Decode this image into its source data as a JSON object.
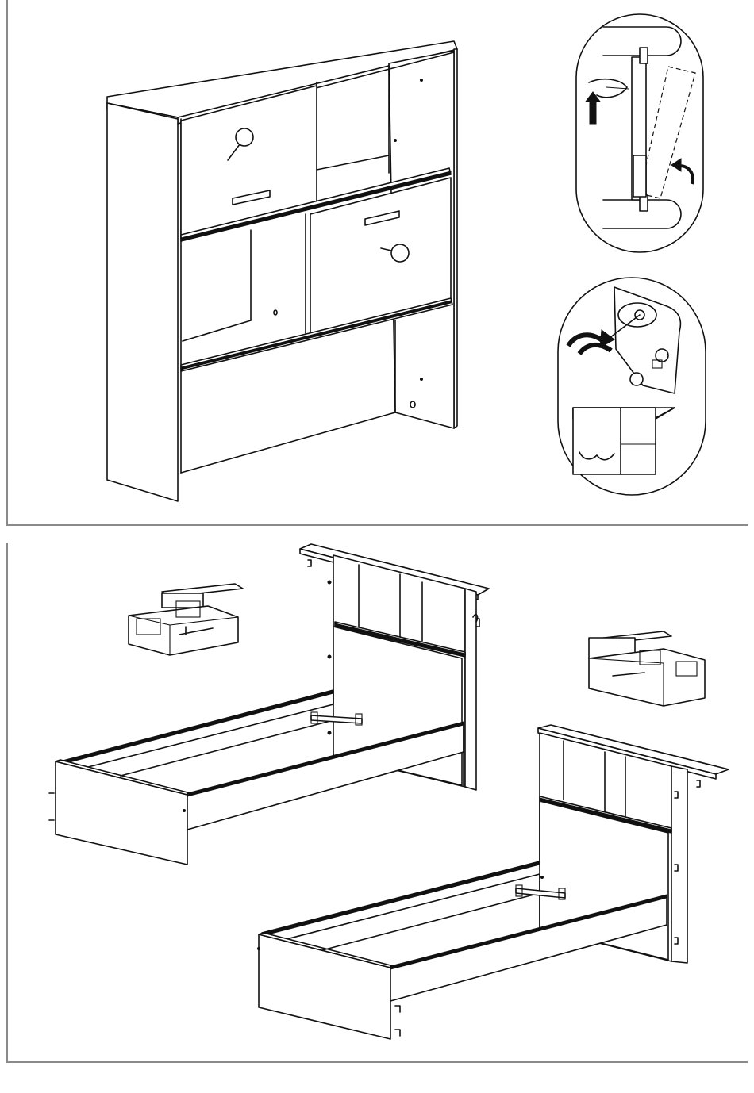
{
  "page": {
    "panels": [
      "hutch-assembly",
      "bed-assembly"
    ]
  },
  "top_panel": {
    "hutch": {
      "doors": 2,
      "shelves": 4
    },
    "detail_hinge": {
      "arrow_up": "up-arrow-icon",
      "rotate": "rotate-arrow-icon"
    },
    "detail_lock": {
      "rotate": "rotate-arrow-icon"
    }
  },
  "bottom_panel": {
    "bed_left": {
      "orientation": "left"
    },
    "bed_right": {
      "orientation": "right"
    },
    "thumbnails": [
      "thumbnail-left-configuration",
      "thumbnail-right-configuration"
    ]
  }
}
